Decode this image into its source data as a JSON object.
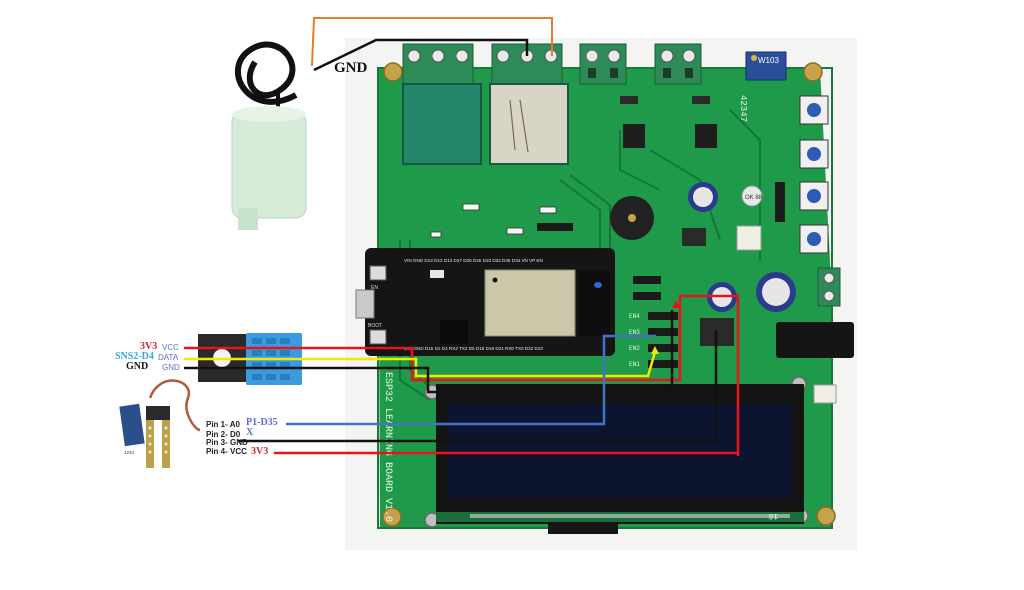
{
  "diagram": {
    "board": {
      "silkscreen_title": "ESP32 LEARNING BOARD V1.0",
      "chip_code": "42347",
      "pot_label": "W103",
      "buzzer_mark": "OK 88",
      "lcd_label": "16",
      "jumper_labels": [
        "EN4",
        "EN3",
        "EN2",
        "EN1"
      ],
      "esp32_top_pins": "VIN GND D13 D12 D14 D27 D26 D25 D33 D32 D35 D34 VN VP EN",
      "esp32_bottom_pins": "3V3 GND D15 D2 D4 RX2 TX2 D5 D18 D19 D21 RX0 TX0 D22 D23",
      "esp32_buttons": [
        "EN",
        "BOOT"
      ]
    },
    "pump": {
      "wire_label": "GND"
    },
    "dht_sensor": {
      "pins": [
        {
          "board_label": "3V3",
          "pin_label": "VCC",
          "wire_color": "#e8141c"
        },
        {
          "board_label": "SNS2-D4",
          "pin_label": "DATA",
          "wire_color": "#f5e800"
        },
        {
          "board_label": "GND",
          "pin_label": "GND",
          "wire_color": "#111111"
        }
      ]
    },
    "soil_sensor": {
      "module_label": "1234",
      "pins": [
        {
          "pin_label": "Pin 1- A0",
          "board_label": "P1-D35",
          "wire_color": "#4472c4"
        },
        {
          "pin_label": "Pin 2- D0",
          "board_label": "X",
          "wire_color": ""
        },
        {
          "pin_label": "Pin 3- GND",
          "board_label": "",
          "wire_color": "#111111"
        },
        {
          "pin_label": "Pin 4- VCC",
          "board_label": "3V3",
          "wire_color": "#e8141c"
        }
      ]
    },
    "colors": {
      "power": "#e8141c",
      "ground": "#111111",
      "data_dht": "#f5e800",
      "data_soil": "#4472c4",
      "pump_wire": "#e97a2e",
      "pcb_green": "#1f9a4a",
      "label_red": "#d9262c",
      "label_cyan": "#35a7d8",
      "label_blue": "#5a6fd6"
    }
  }
}
